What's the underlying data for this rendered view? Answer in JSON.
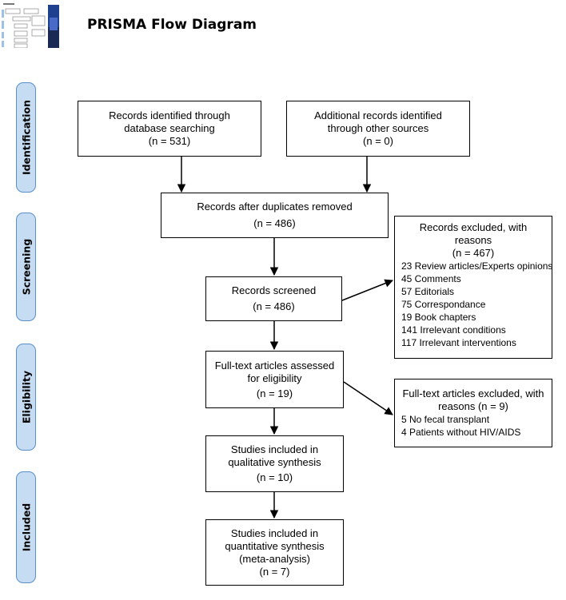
{
  "title": "PRISMA Flow Diagram",
  "phases": {
    "identification": "Identification",
    "screening": "Screening",
    "eligibility": "Eligibility",
    "included": "Included"
  },
  "boxes": {
    "database": {
      "line1": "Records identified through",
      "line2": "database searching",
      "count": "(n = 531)"
    },
    "other_sources": {
      "line1": "Additional records identified",
      "line2": "through other sources",
      "count": "(n = 0)"
    },
    "after_duplicates": {
      "line1": "Records after duplicates removed",
      "count": "(n = 486)"
    },
    "screened": {
      "line1": "Records screened",
      "count": "(n = 486)"
    },
    "fulltext": {
      "line1": "Full-text articles assessed",
      "line2": "for eligibility",
      "count": "(n = 19)"
    },
    "qualitative": {
      "line1": "Studies included in",
      "line2": "qualitative synthesis",
      "count": "(n = 10)"
    },
    "quantitative": {
      "line1": "Studies included in",
      "line2": "quantitative synthesis",
      "line3": "(meta-analysis)",
      "count": "(n = 7)"
    }
  },
  "excluded_records": {
    "heading_line1": "Records excluded, with reasons",
    "heading_line2": "(n = 467)",
    "reasons": [
      "23 Review articles/Experts opinions",
      "45 Comments",
      "57 Editorials",
      "75 Correspondance",
      "19 Book chapters",
      "141 Irrelevant conditions",
      "117 Irrelevant interventions"
    ]
  },
  "excluded_fulltext": {
    "heading_line1": "Full-text articles excluded, with",
    "heading_line2": "reasons (n = 9)",
    "reasons": [
      "5 No fecal transplant",
      "4 Patients without HIV/AIDS"
    ]
  },
  "colors": {
    "phase_fill": "#c6dcf2",
    "phase_border": "#5b8fc7",
    "thumbnail_accent": "#1f3f8f"
  }
}
